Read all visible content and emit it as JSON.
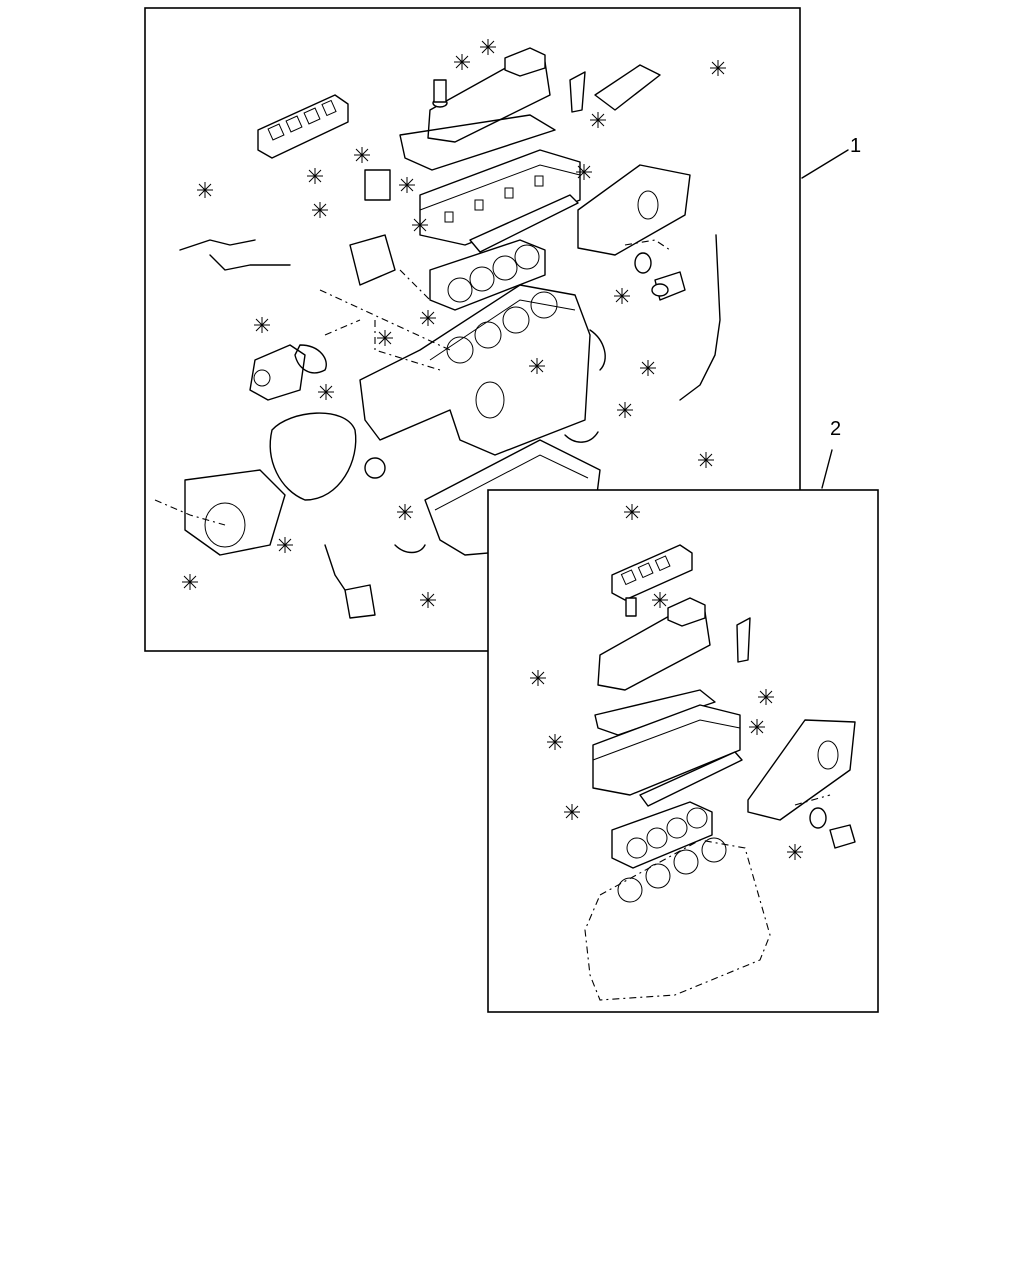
{
  "callouts": {
    "kit_1": "1",
    "kit_2": "2"
  },
  "colors": {
    "line": "#000000",
    "background": "#ffffff"
  },
  "icons": {
    "kit_part_marker": "asterisk"
  }
}
